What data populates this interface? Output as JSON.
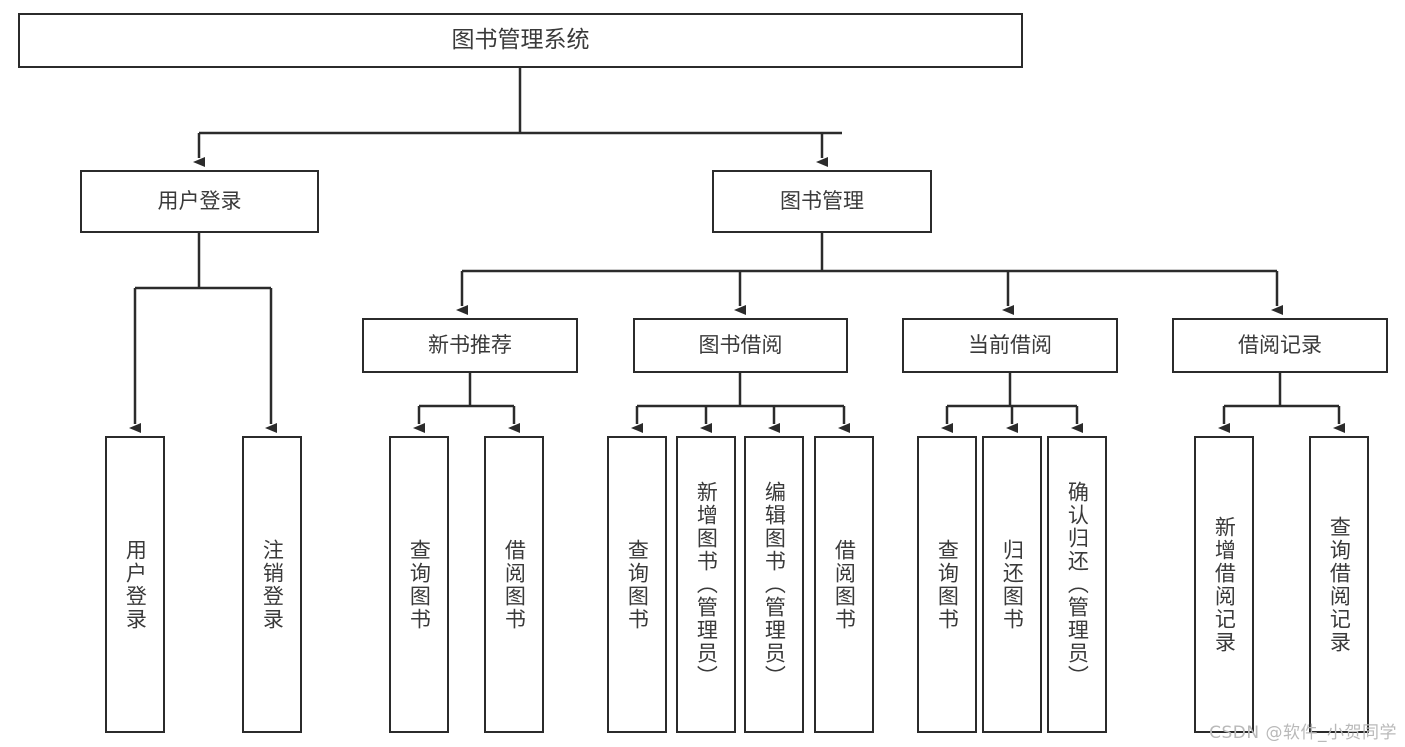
{
  "diagram": {
    "title": "图书管理系统",
    "type": "tree",
    "orientation": "top-down",
    "colors": {
      "box_border": "#2b2b2b",
      "box_fill": "#ffffff",
      "text": "#3a3a3a",
      "edge": "#2b2b2b",
      "watermark": "#b9b9b9",
      "background": "#ffffff"
    }
  },
  "root": {
    "label": "图书管理系统"
  },
  "level1": [
    {
      "label": "用户登录"
    },
    {
      "label": "图书管理"
    }
  ],
  "level2": [
    {
      "label": "新书推荐"
    },
    {
      "label": "图书借阅"
    },
    {
      "label": "当前借阅"
    },
    {
      "label": "借阅记录"
    }
  ],
  "leaves": {
    "user_login": [
      {
        "label": "用户登录"
      },
      {
        "label": "注销登录"
      }
    ],
    "new_book_recommend": [
      {
        "label": "查询图书"
      },
      {
        "label": "借阅图书"
      }
    ],
    "book_borrow": [
      {
        "label": "查询图书"
      },
      {
        "label": "新增图书（管理员）"
      },
      {
        "label": "编辑图书（管理员）"
      },
      {
        "label": "借阅图书"
      }
    ],
    "current_borrow": [
      {
        "label": "查询图书"
      },
      {
        "label": "归还图书"
      },
      {
        "label": "确认归还（管理员）"
      }
    ],
    "borrow_record": [
      {
        "label": "新增借阅记录"
      },
      {
        "label": "查询借阅记录"
      }
    ]
  },
  "watermark": {
    "text": "CSDN @软件_小贺同学"
  }
}
